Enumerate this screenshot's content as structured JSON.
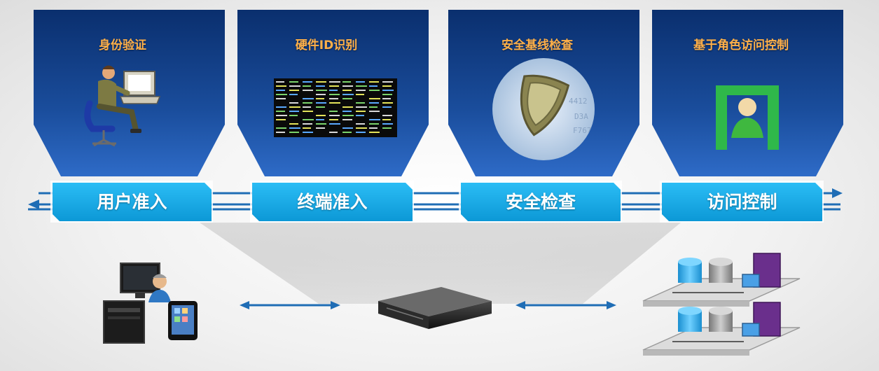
{
  "colors": {
    "panel_dark": "#0a2f6e",
    "panel_light": "#2e6bc7",
    "label_blue": "#10a8e6",
    "title_orange": "#ffb049",
    "arrow_blue": "#1f6db5"
  },
  "panels": [
    {
      "title": "身份验证",
      "icon": "user-at-computer-icon"
    },
    {
      "title": "硬件ID识别",
      "icon": "terminal-screen-icon"
    },
    {
      "title": "安全基线检查",
      "icon": "security-shield-icon"
    },
    {
      "title": "基于角色访问控制",
      "icon": "access-gate-user-icon"
    }
  ],
  "steps": [
    {
      "label": "用户准入"
    },
    {
      "label": "终端准入"
    },
    {
      "label": "安全检查"
    },
    {
      "label": "访问控制"
    }
  ],
  "bottom": {
    "left_icon": "client-devices-icon",
    "center_icon": "gateway-appliance-icon",
    "right_icon": "server-racks-icon"
  }
}
